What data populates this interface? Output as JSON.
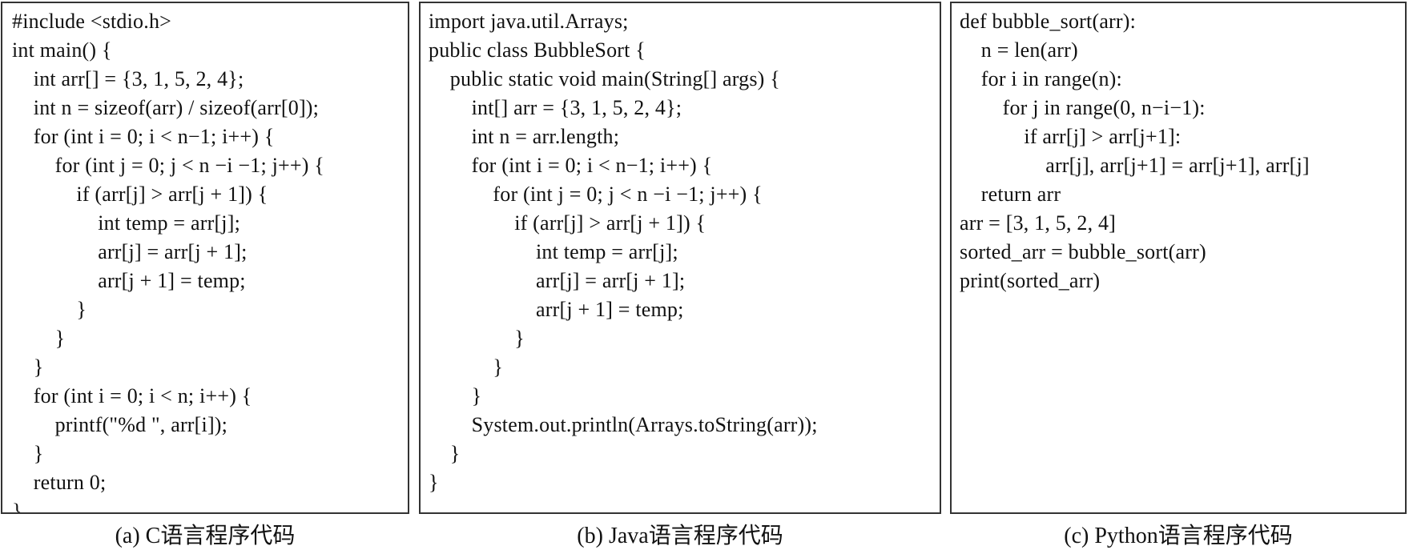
{
  "panels": {
    "c": {
      "caption": "(a) C语言程序代码",
      "lines": [
        "#include <stdio.h>",
        "int main() {",
        "    int arr[] = {3, 1, 5, 2, 4};",
        "    int n = sizeof(arr) / sizeof(arr[0]);",
        "    for (int i = 0; i < n−1; i++) {",
        "        for (int j = 0; j < n −i −1; j++) {",
        "            if (arr[j] > arr[j + 1]) {",
        "                int temp = arr[j];",
        "                arr[j] = arr[j + 1];",
        "                arr[j + 1] = temp;",
        "            }",
        "        }",
        "    }",
        "    for (int i = 0; i < n; i++) {",
        "        printf(\"%d \", arr[i]);",
        "    }",
        "    return 0;",
        "}"
      ]
    },
    "java": {
      "caption": "(b) Java语言程序代码",
      "lines": [
        "import java.util.Arrays;",
        "public class BubbleSort {",
        "    public static void main(String[] args) {",
        "        int[] arr = {3, 1, 5, 2, 4};",
        "        int n = arr.length;",
        "        for (int i = 0; i < n−1; i++) {",
        "            for (int j = 0; j < n −i −1; j++) {",
        "                if (arr[j] > arr[j + 1]) {",
        "                    int temp = arr[j];",
        "                    arr[j] = arr[j + 1];",
        "                    arr[j + 1] = temp;",
        "                }",
        "            }",
        "        }",
        "        System.out.println(Arrays.toString(arr));",
        "    }",
        "}"
      ]
    },
    "python": {
      "caption": "(c) Python语言程序代码",
      "lines": [
        "def bubble_sort(arr):",
        "    n = len(arr)",
        "    for i in range(n):",
        "        for j in range(0, n−i−1):",
        "            if arr[j] > arr[j+1]:",
        "                arr[j], arr[j+1] = arr[j+1], arr[j]",
        "    return arr",
        "arr = [3, 1, 5, 2, 4]",
        "sorted_arr = bubble_sort(arr)",
        "print(sorted_arr)"
      ]
    }
  }
}
